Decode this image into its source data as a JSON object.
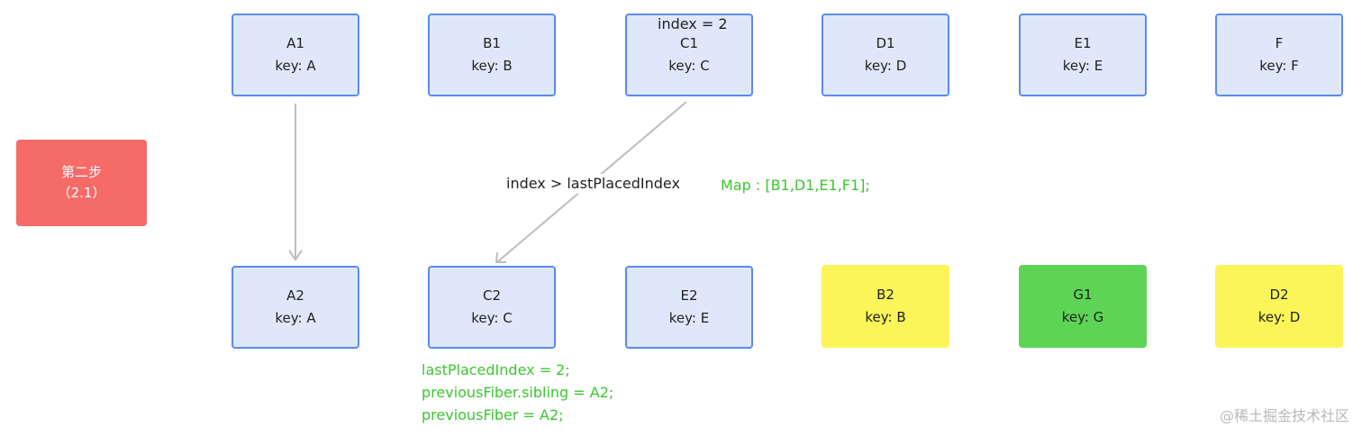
{
  "top_row": [
    {
      "title": "A1",
      "key": "key: A"
    },
    {
      "title": "B1",
      "key": "key: B"
    },
    {
      "title": "C1",
      "key": "key: C"
    },
    {
      "title": "D1",
      "key": "key: D"
    },
    {
      "title": "E1",
      "key": "key: E"
    },
    {
      "title": "F",
      "key": "key: F"
    }
  ],
  "bottom_row": [
    {
      "title": "A2",
      "key": "key: A"
    },
    {
      "title": "C2",
      "key": "key: C"
    },
    {
      "title": "E2",
      "key": "key: E"
    },
    {
      "title": "B2",
      "key": "key: B"
    },
    {
      "title": "G1",
      "key": "key: G"
    },
    {
      "title": "D2",
      "key": "key: D"
    }
  ],
  "step": {
    "line1": "第二步",
    "line2": "（2.1）"
  },
  "annotations": {
    "index_label": "index = 2",
    "edge_label": "index > lastPlacedIndex",
    "map_label": "Map : [B1,D1,E1,F1];",
    "notes": [
      "lastPlacedIndex = 2;",
      "previousFiber.sibling = A2;",
      "previousFiber = A2;"
    ]
  },
  "colors": {
    "blue_fill": "#dfe8fb",
    "blue_border": "#5b8af0",
    "yellow": "#fbf55a",
    "green_node": "#5ed456",
    "red_step": "#f56b68",
    "green_text": "#3cc630",
    "edge": "#bdbdbd"
  },
  "watermark": "@稀土掘金技术社区"
}
